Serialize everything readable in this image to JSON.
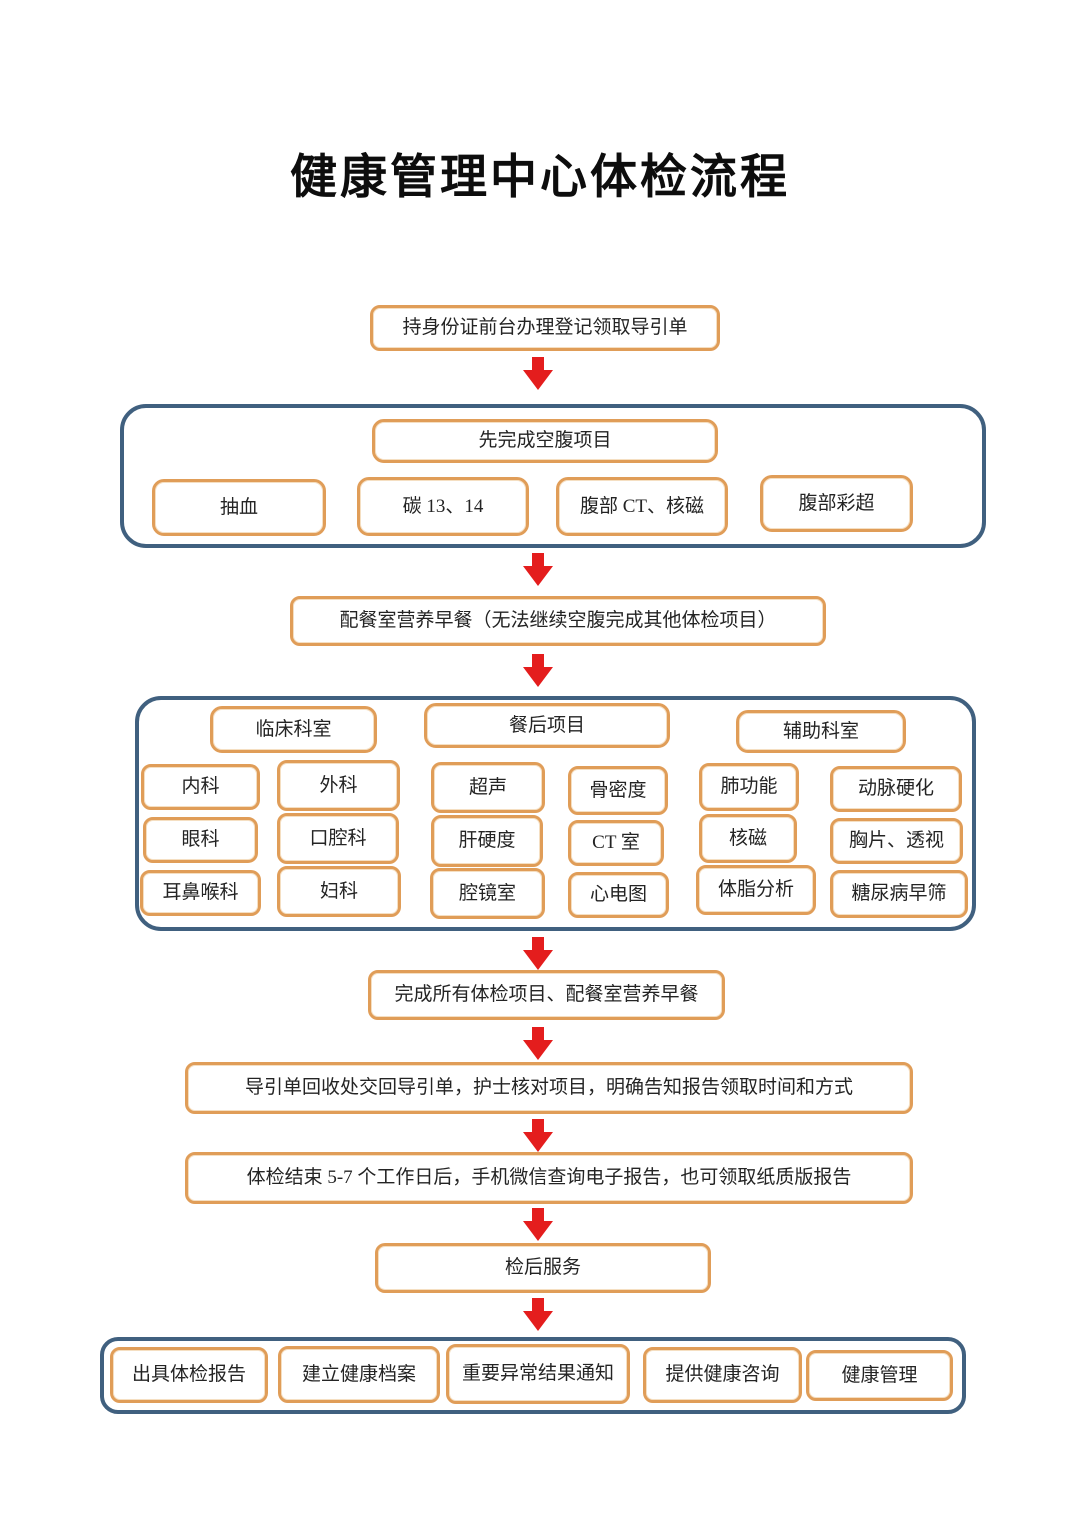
{
  "title": "健康管理中心体检流程",
  "flow": {
    "start": "持身份证前台办理登记领取导引单",
    "fasting": {
      "header": "先完成空腹项目",
      "items": [
        "抽血",
        "碳 13、14",
        "腹部 CT、核磁",
        "腹部彩超"
      ]
    },
    "breakfast": "配餐室营养早餐（无法继续空腹完成其他体检项目）",
    "grid": {
      "headers": [
        "临床科室",
        "餐后项目",
        "辅助科室"
      ],
      "rows": [
        [
          "内科",
          "外科",
          "超声",
          "骨密度",
          "肺功能",
          "动脉硬化"
        ],
        [
          "眼科",
          "口腔科",
          "肝硬度",
          "CT 室",
          "核磁",
          "胸片、透视"
        ],
        [
          "耳鼻喉科",
          "妇科",
          "腔镜室",
          "心电图",
          "体脂分析",
          "糖尿病早筛"
        ]
      ]
    },
    "complete": "完成所有体检项目、配餐室营养早餐",
    "handover": "导引单回收处交回导引单，护士核对项目，明确告知报告领取时间和方式",
    "report": "体检结束 5-7 个工作日后，手机微信查询电子报告，也可领取纸质版报告",
    "after_service": "检后服务",
    "after_items": [
      "出具体检报告",
      "建立健康档案",
      "重要异常结果通知",
      "提供健康咨询",
      "健康管理"
    ]
  },
  "colors": {
    "orange_border": "#e09d58",
    "blue_border": "#40607f",
    "arrow_red": "#e41d1d",
    "text": "#242424",
    "title_text": "#0d0d0d",
    "background": "#ffffff"
  }
}
